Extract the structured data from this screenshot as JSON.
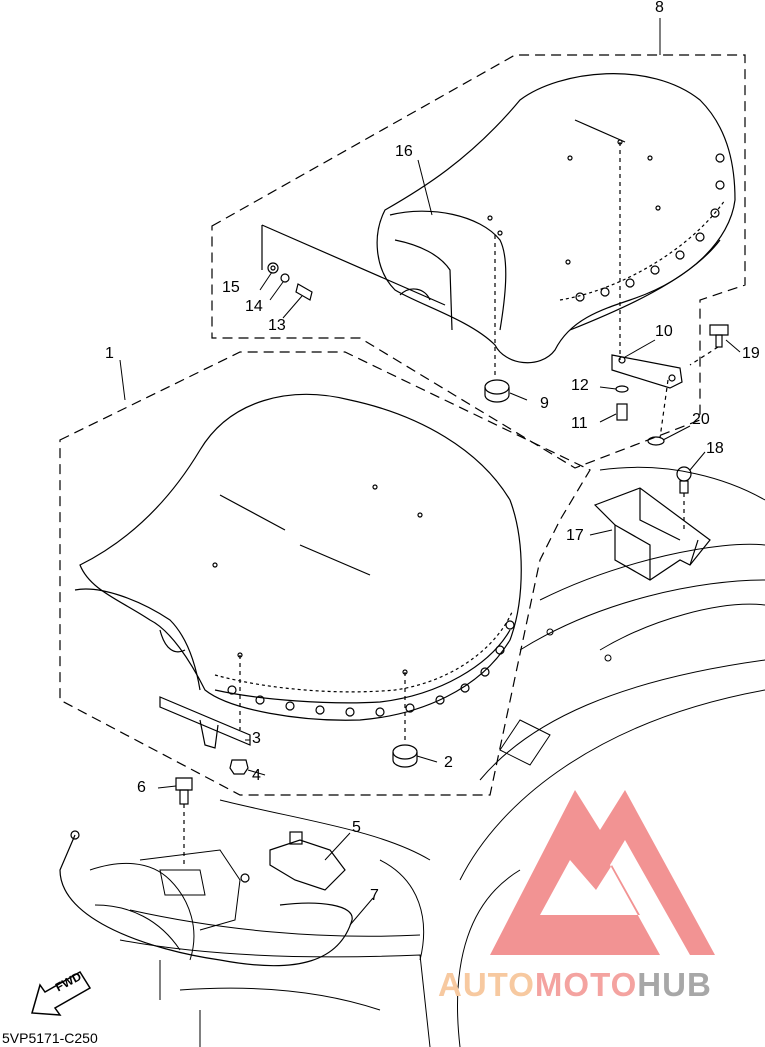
{
  "diagram": {
    "reference_code": "5VP5171-C250",
    "fwd_label": "FWD",
    "callouts": [
      {
        "id": "1",
        "label": "1"
      },
      {
        "id": "2",
        "label": "2"
      },
      {
        "id": "3",
        "label": "3"
      },
      {
        "id": "4",
        "label": "4"
      },
      {
        "id": "5",
        "label": "5"
      },
      {
        "id": "6",
        "label": "6"
      },
      {
        "id": "7",
        "label": "7"
      },
      {
        "id": "8",
        "label": "8"
      },
      {
        "id": "9",
        "label": "9"
      },
      {
        "id": "10",
        "label": "10"
      },
      {
        "id": "11",
        "label": "11"
      },
      {
        "id": "12",
        "label": "12"
      },
      {
        "id": "13",
        "label": "13"
      },
      {
        "id": "14",
        "label": "14"
      },
      {
        "id": "15",
        "label": "15"
      },
      {
        "id": "16",
        "label": "16"
      },
      {
        "id": "17",
        "label": "17"
      },
      {
        "id": "18",
        "label": "18"
      },
      {
        "id": "19",
        "label": "19"
      },
      {
        "id": "20",
        "label": "20"
      }
    ]
  },
  "watermark": {
    "part1": "AUTO",
    "part2": "MOTO",
    "part3": "HUB",
    "colors": {
      "triangle": "#f08080",
      "auto": "#f7c9a0",
      "moto": "#f4a3a0",
      "hub": "#a7a7a7"
    }
  }
}
